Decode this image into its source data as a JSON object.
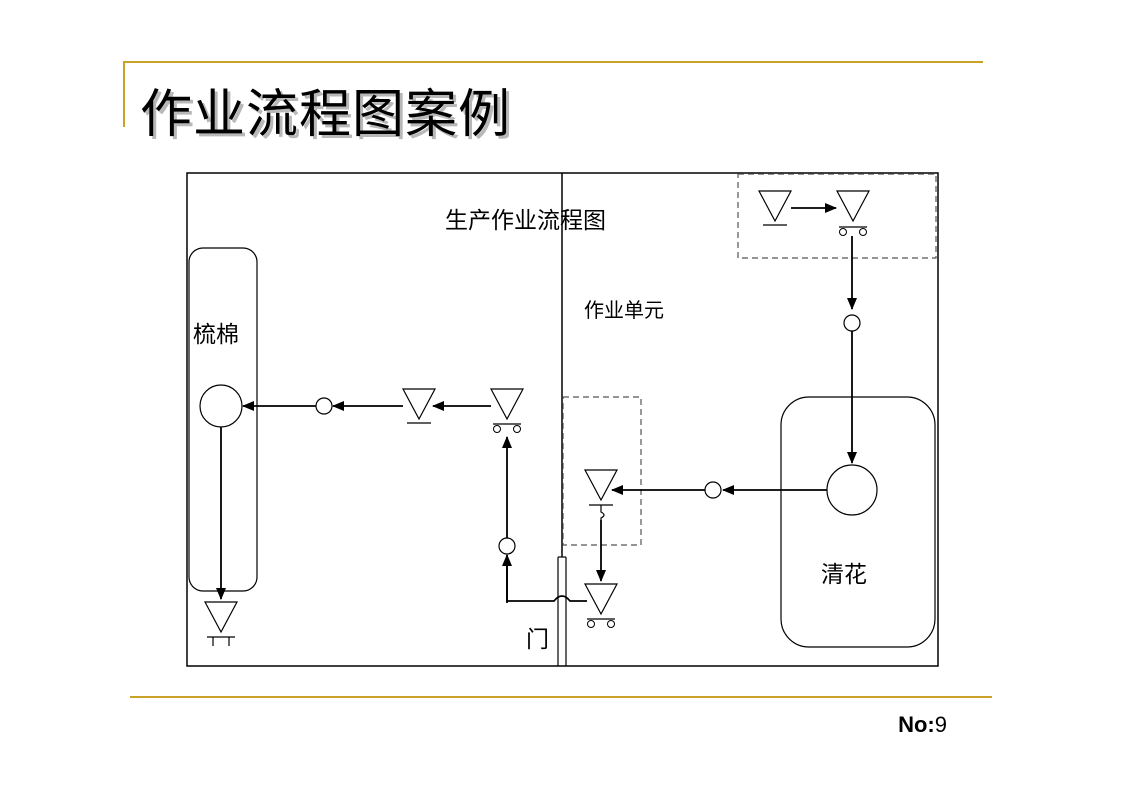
{
  "slide": {
    "title": "作业流程图案例",
    "page_label": "No:",
    "page_number": "9"
  },
  "diagram": {
    "title": "生产作业流程图",
    "unit_label": "作业单元",
    "station_left": "梳棉",
    "station_right": "清花",
    "door_label": "门",
    "colors": {
      "accent_rule": "#c9a227",
      "line": "#000000",
      "dashed_box": "#555555",
      "title_shadow": "#b8b8b8"
    },
    "symbols": [
      "storage-triangle-icon",
      "transport-cart-icon",
      "operation-circle-icon",
      "small-circle-icon",
      "arrow-icon",
      "line-bridge-icon"
    ]
  }
}
